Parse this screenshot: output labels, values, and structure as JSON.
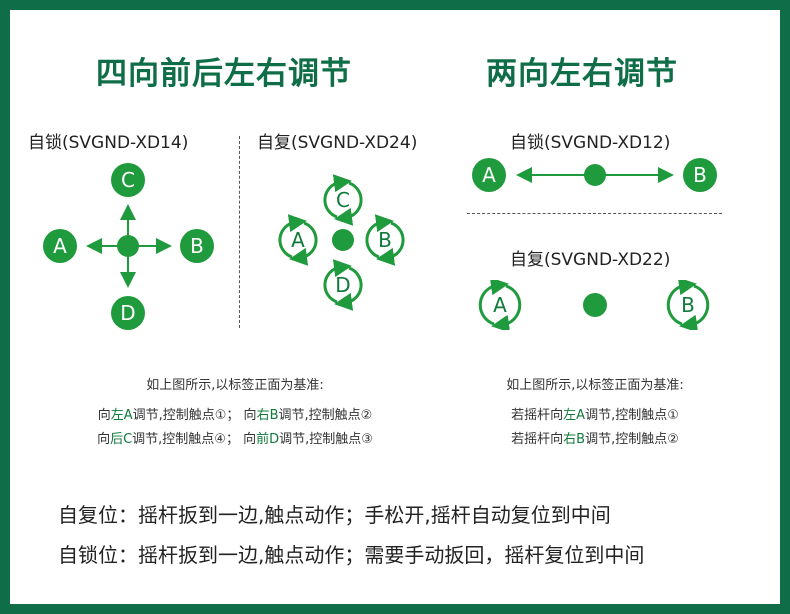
{
  "titles": {
    "four_way": "四向前后左右调节",
    "two_way": "两向左右调节"
  },
  "labels": {
    "xd14": "自锁(SVGND-XD14)",
    "xd24": "自复(SVGND-XD24)",
    "xd12": "自锁(SVGND-XD12)",
    "xd22": "自复(SVGND-XD22)"
  },
  "letters": {
    "a": "A",
    "b": "B",
    "c": "C",
    "d": "D"
  },
  "notes_left": {
    "intro": "如上图所示,以标签正面为基准:",
    "l1a": "向",
    "l1b": "左A",
    "l1c": "调节,控制触点①；  向",
    "l1d": "右B",
    "l1e": "调节,控制触点②",
    "l2a": "向",
    "l2b": "后C",
    "l2c": "调节,控制触点④；  向",
    "l2d": "前D",
    "l2e": "调节,控制触点③"
  },
  "notes_right": {
    "intro": "如上图所示,以标签正面为基准:",
    "l1a": "若摇杆向",
    "l1b": "左A",
    "l1c": "调节,控制触点①",
    "l2a": "若摇杆向",
    "l2b": "右B",
    "l2c": "调节,控制触点②"
  },
  "footer": {
    "line1": "自复位：摇杆扳到一边,触点动作；手松开,摇杆自动复位到中间",
    "line2": "自锁位：摇杆扳到一边,触点动作；需要手动扳回，摇杆复位到中间"
  },
  "colors": {
    "frame": "#0f6e47",
    "icon": "#1f9a3c"
  }
}
